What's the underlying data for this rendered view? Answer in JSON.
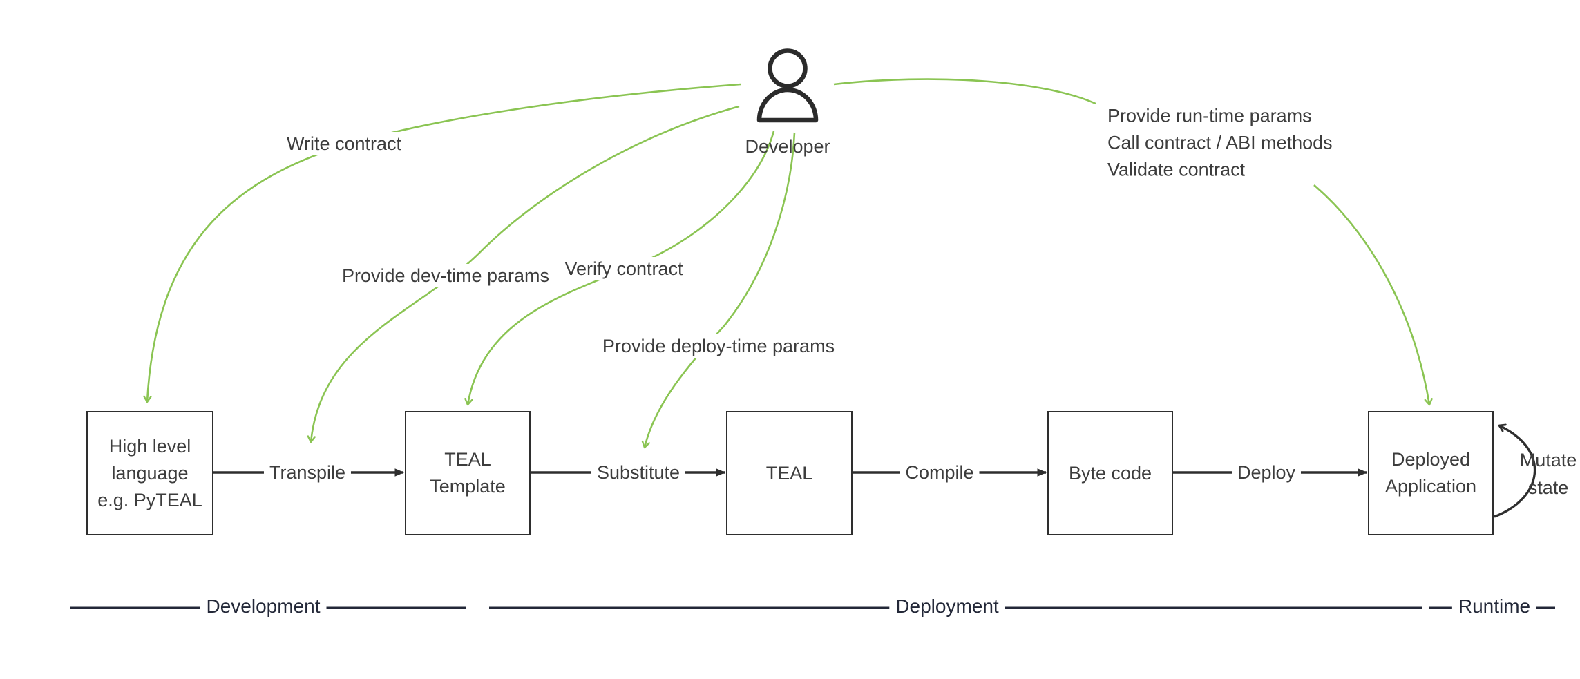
{
  "colors": {
    "accent_green": "#8AC452",
    "stroke_dark": "#2E2E2E",
    "timeline_dark": "#232838",
    "text_gray": "#3D3D3D"
  },
  "actor": {
    "label": "Developer"
  },
  "actions": {
    "write": "Write contract",
    "dev_time": "Provide dev-time params",
    "verify": "Verify contract",
    "deploy_time": "Provide deploy-time params",
    "run_time": {
      "l1": "Provide run-time params",
      "l2": "Call contract / ABI methods",
      "l3": "Validate contract"
    }
  },
  "nodes": {
    "high_level": {
      "l1": "High level",
      "l2": "language",
      "l3": "e.g. PyTEAL"
    },
    "teal_template": {
      "l1": "TEAL",
      "l2": "Template"
    },
    "teal": {
      "l1": "TEAL"
    },
    "byte_code": {
      "l1": "Byte code"
    },
    "deployed_app": {
      "l1": "Deployed",
      "l2": "Application"
    }
  },
  "edges": {
    "transpile": "Transpile",
    "substitute": "Substitute",
    "compile": "Compile",
    "deploy": "Deploy",
    "mutate": {
      "l1": "Mutate",
      "l2": "state"
    }
  },
  "phases": {
    "development": "Development",
    "deployment": "Deployment",
    "runtime": "Runtime"
  }
}
